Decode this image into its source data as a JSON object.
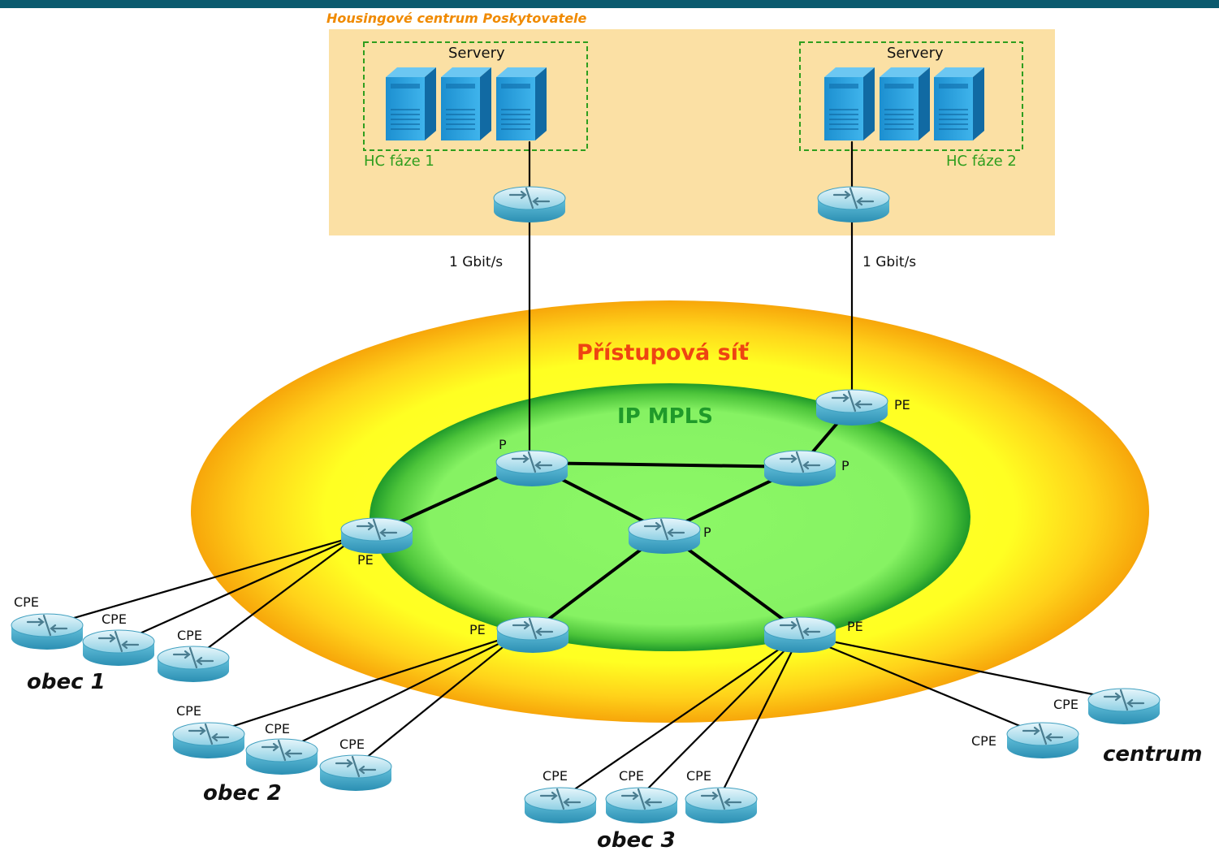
{
  "colors": {
    "top_bar": "#0a5a6e",
    "housing_bg": "#fbe0a4",
    "phase_box": "#2e9e1e",
    "access_ring_outer": "#f7a60a",
    "access_ring_inner": "#ffff33",
    "mpls_outer": "#1f9a2a",
    "mpls_inner": "#8cf866",
    "router": "#5bb9d6",
    "server": "#2a9fd8"
  },
  "housing": {
    "title": "Housingové centrum Poskytovatele",
    "phase1": {
      "servers_label": "Servery",
      "label": "HC fáze 1"
    },
    "phase2": {
      "servers_label": "Servery",
      "label": "HC fáze 2"
    }
  },
  "links": {
    "uplink_left": "1 Gbit/s",
    "uplink_right": "1 Gbit/s"
  },
  "zones": {
    "access": "Přístupová síť",
    "core": "IP MPLS"
  },
  "nodes": {
    "p_left": "P",
    "p_right": "P",
    "p_center": "P",
    "pe_top": "PE",
    "pe_left": "PE",
    "pe_bottom_left": "PE",
    "pe_bottom_right": "PE",
    "cpe": "CPE"
  },
  "sites": {
    "obec1": "obec 1",
    "obec2": "obec 2",
    "obec3": "obec 3",
    "centrum": "centrum"
  }
}
